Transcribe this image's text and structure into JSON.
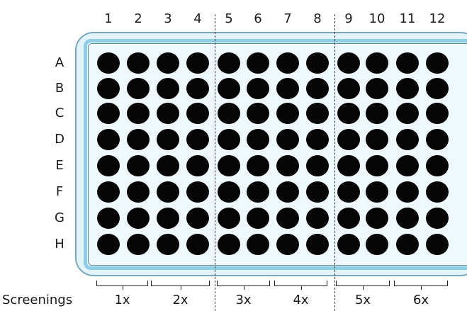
{
  "columns": [
    "1",
    "2",
    "3",
    "4",
    "5",
    "6",
    "7",
    "8",
    "9",
    "10",
    "11",
    "12"
  ],
  "rows": [
    "A",
    "B",
    "C",
    "D",
    "E",
    "F",
    "G",
    "H"
  ],
  "screenings_label": "Screenings",
  "groups": [
    "1x",
    "2x",
    "3x",
    "4x",
    "5x",
    "6x"
  ],
  "colors": {
    "plate_fill": "#e2f3fa",
    "plate_rim": "#8ecde6",
    "plate_outline": "#5b8ea3",
    "well": "#050505"
  }
}
